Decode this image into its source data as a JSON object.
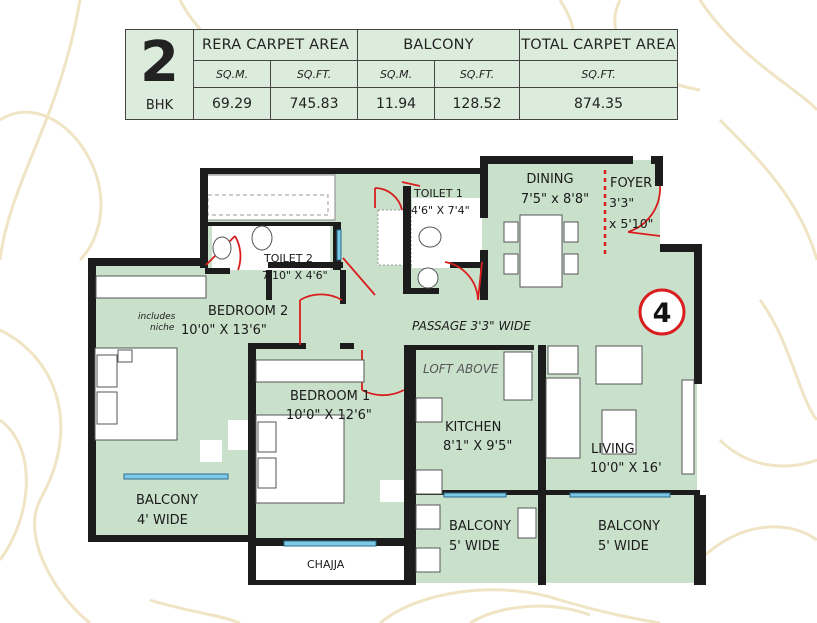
{
  "bhk": {
    "number": "2",
    "label": "BHK"
  },
  "table": {
    "headers": [
      "RERA CARPET AREA",
      "BALCONY",
      "TOTAL CARPET AREA"
    ],
    "units": [
      "SQ.M.",
      "SQ.FT.",
      "SQ.M.",
      "SQ.FT.",
      "SQ.FT."
    ],
    "values": [
      "69.29",
      "745.83",
      "11.94",
      "128.52",
      "874.35"
    ]
  },
  "unit_number": "4",
  "rooms": {
    "dining": {
      "name": "DINING",
      "dims": "7'5\" x 8'8\""
    },
    "foyer": {
      "name": "FOYER",
      "dim1": "3'3\"",
      "dim2": "x 5'10\""
    },
    "toilet1": {
      "name": "TOILET 1",
      "dims": "4'6\" X 7'4\""
    },
    "toilet2": {
      "name": "TOILET 2",
      "dims": "7'10\" X 4'6\""
    },
    "bedroom2": {
      "name": "BEDROOM 2",
      "dims": "10'0\" X 13'6\"",
      "note1": "includes",
      "note2": "niche"
    },
    "passage": {
      "name": "PASSAGE 3'3\" WIDE"
    },
    "loft": {
      "name": "LOFT ABOVE"
    },
    "bedroom1": {
      "name": "BEDROOM 1",
      "dims": "10'0\" X 12'6\""
    },
    "kitchen": {
      "name": "KITCHEN",
      "dims": "8'1\" X 9'5\""
    },
    "living": {
      "name": "LIVING",
      "dims": "10'0\" X 16'"
    },
    "balcony_left": {
      "name": "BALCONY",
      "dims": "4' WIDE"
    },
    "balcony_mid": {
      "name": "BALCONY",
      "dims": "5' WIDE"
    },
    "balcony_right": {
      "name": "BALCONY",
      "dims": "5' WIDE"
    },
    "chajja": {
      "name": "CHAJJA"
    }
  },
  "colors": {
    "floor": "#c9e0cb",
    "wall": "#1c1c1c",
    "door": "#d81e1e",
    "window": "#7ec8e8",
    "contour": "#efe4c4"
  }
}
